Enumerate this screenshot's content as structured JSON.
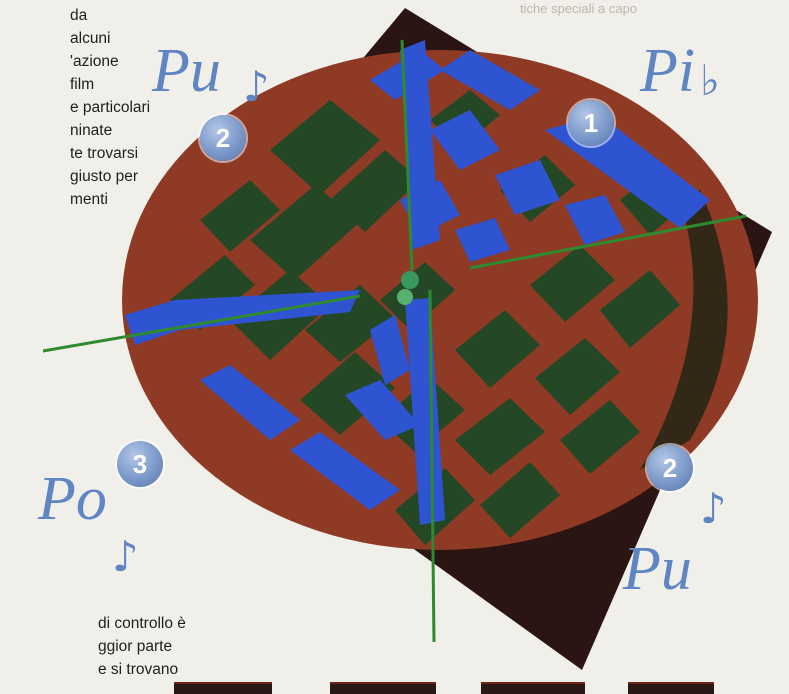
{
  "text_left_lines": [
    "da",
    "alcuni",
    "'azione",
    "film",
    "e particolari",
    "ninate",
    "te trovarsi",
    "giusto per",
    "menti"
  ],
  "text_bottom_lines": [
    "di controllo è",
    "ggior parte",
    "e si trovano"
  ],
  "top_strip_text": "tiche speciali a capo",
  "labels": {
    "pu_top": "Pu",
    "pi": "Pi",
    "po": "Po",
    "pu_right": "Pu"
  },
  "note_glyphs": {
    "eighth": "♪",
    "flat": "♭"
  },
  "badges": {
    "one": "1",
    "two_left": "2",
    "three": "3",
    "two_right": "2"
  },
  "colors": {
    "board": "#2b1512",
    "disc": "#8e3a25",
    "cell": "#244826",
    "block_blue": "#2f54d2",
    "axis_green": "#2e8a2e",
    "label_blue": "#5f86c3",
    "badge_blue": "#7a98c9"
  }
}
